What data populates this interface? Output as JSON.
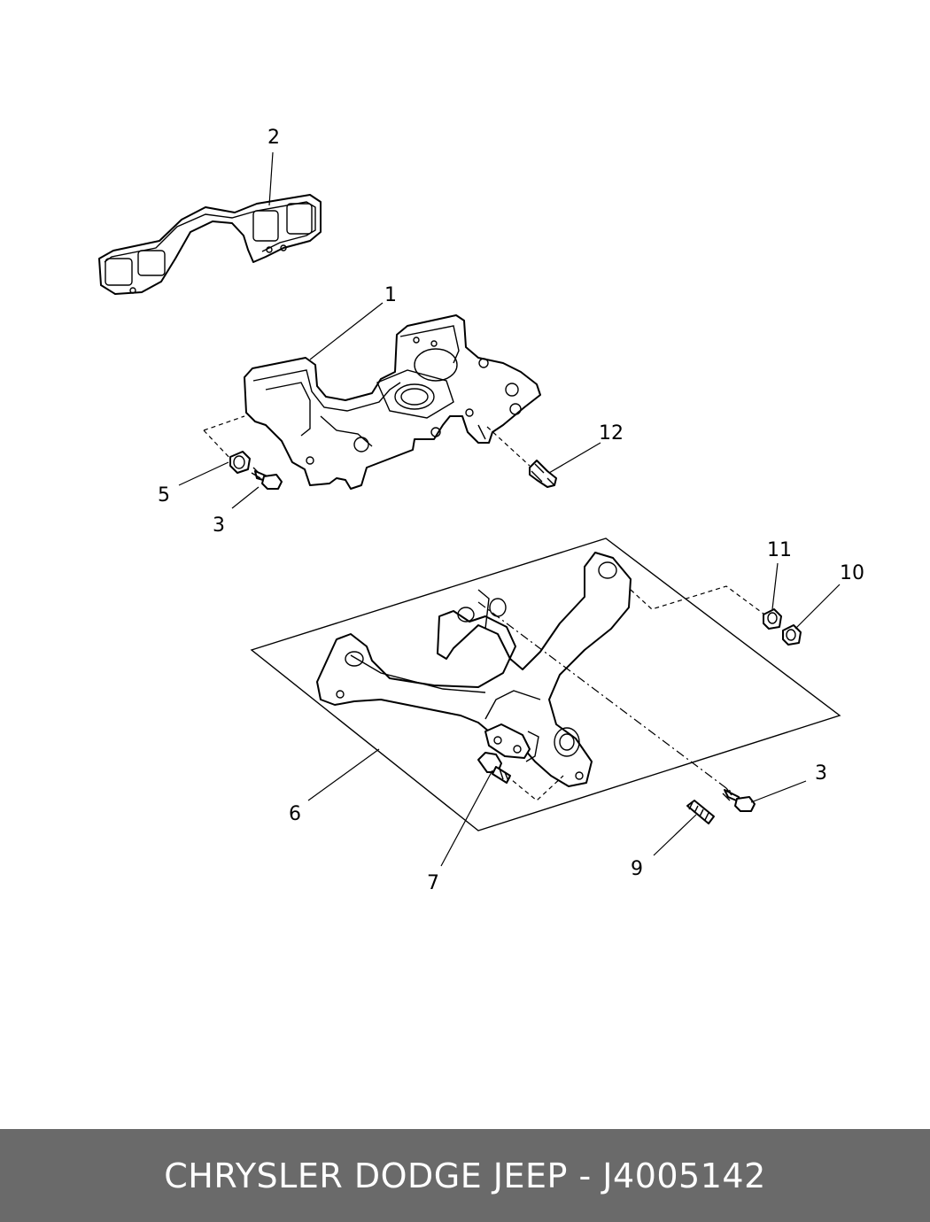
{
  "footer": {
    "caption": "CHRYSLER DODGE JEEP - J4005142",
    "background": "#6a6a6a",
    "text_color": "#ffffff"
  },
  "callouts": {
    "c1": "1",
    "c2": "2",
    "c3a": "3",
    "c3b": "3",
    "c5": "5",
    "c6": "6",
    "c7": "7",
    "c9": "9",
    "c10": "10",
    "c11": "11",
    "c12": "12"
  }
}
